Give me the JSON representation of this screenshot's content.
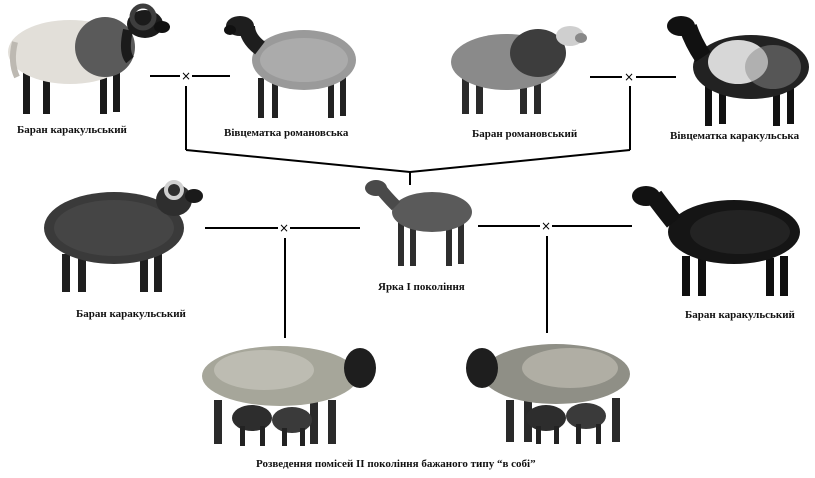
{
  "labels": {
    "ram_karakul_top": "Баран каракульський",
    "ewe_romanov": "Вівцематка романовська",
    "ram_romanov": "Баран романовський",
    "ewe_karakul": "Вівцематка каракульська",
    "ram_karakul_left": "Баран каракульський",
    "yarka": "Ярка I покоління",
    "ram_karakul_right": "Баран каракульський",
    "bottom_caption": "Розведення помісей II покоління бажаного типу “в собі”"
  },
  "cross_symbol": "×",
  "colors": {
    "line": "#000000",
    "wool_light": "#d9d6d0",
    "wool_grey": "#8d8d8d",
    "wool_dark": "#2b2b2b",
    "wool_black": "#111111"
  }
}
